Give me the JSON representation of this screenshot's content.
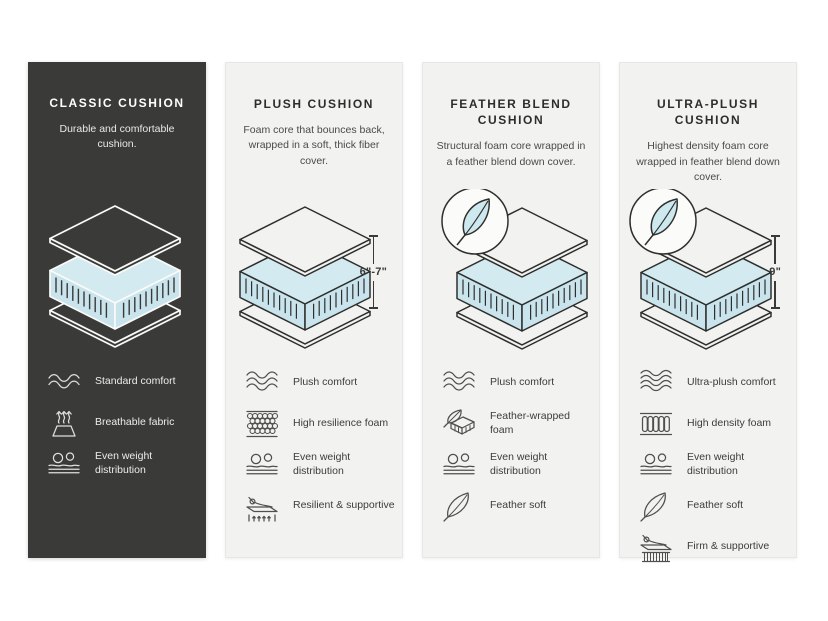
{
  "page": {
    "background": "#ffffff"
  },
  "colors": {
    "dark_card_bg": "#3a3a38",
    "light_card_bg": "#f2f2f0",
    "foam_blue_top": "#d3eaf0",
    "foam_blue_side": "#c9e4ec",
    "outline_dark": "#2f2f2d",
    "outline_light": "#fafaf8"
  },
  "cards": [
    {
      "id": "classic-cushion",
      "theme": "dark",
      "title": "CLASSIC CUSHION",
      "description": "Durable and comfortable cushion.",
      "diagram": {
        "feather_badge": false,
        "measurement": null
      },
      "features": [
        {
          "icon": "wave-2-icon",
          "label": "Standard comfort"
        },
        {
          "icon": "breathable-fabric-icon",
          "label": "Breathable fabric"
        },
        {
          "icon": "even-weight-icon",
          "label": "Even weight distribution"
        }
      ]
    },
    {
      "id": "plush-cushion",
      "theme": "light",
      "title": "PLUSH CUSHION",
      "description": "Foam core that bounces back, wrapped in a soft, thick fiber cover.",
      "diagram": {
        "feather_badge": false,
        "measurement": "6\"-7\""
      },
      "features": [
        {
          "icon": "wave-3-icon",
          "label": "Plush comfort"
        },
        {
          "icon": "foam-bubbles-icon",
          "label": "High resilience foam"
        },
        {
          "icon": "even-weight-icon",
          "label": "Even weight distribution"
        },
        {
          "icon": "resilient-supportive-icon",
          "label": "Resilient & supportive"
        }
      ]
    },
    {
      "id": "feather-blend-cushion",
      "theme": "light",
      "title": "FEATHER BLEND CUSHION",
      "description": "Structural foam core wrapped in a feather blend down cover.",
      "diagram": {
        "feather_badge": true,
        "measurement": null
      },
      "features": [
        {
          "icon": "wave-3-icon",
          "label": "Plush comfort"
        },
        {
          "icon": "feather-wrapped-foam-icon",
          "label": "Feather-wrapped foam"
        },
        {
          "icon": "even-weight-icon",
          "label": "Even weight distribution"
        },
        {
          "icon": "feather-icon",
          "label": "Feather soft"
        }
      ]
    },
    {
      "id": "ultra-plush-cushion",
      "theme": "light",
      "title": "ULTRA-PLUSH CUSHION",
      "description": "Highest density foam core wrapped in feather blend down cover.",
      "diagram": {
        "feather_badge": true,
        "measurement": "9\""
      },
      "features": [
        {
          "icon": "wave-4-icon",
          "label": "Ultra-plush comfort"
        },
        {
          "icon": "high-density-foam-icon",
          "label": "High density foam"
        },
        {
          "icon": "even-weight-icon",
          "label": "Even weight distribution"
        },
        {
          "icon": "feather-icon",
          "label": "Feather soft"
        },
        {
          "icon": "firm-supportive-icon",
          "label": "Firm & supportive"
        }
      ]
    }
  ]
}
